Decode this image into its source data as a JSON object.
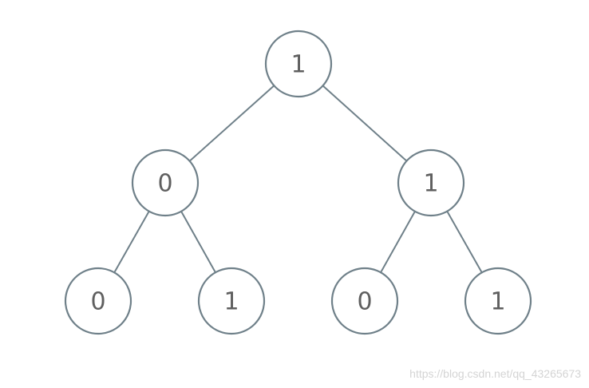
{
  "tree": {
    "nodes": [
      {
        "id": "root",
        "value": "1"
      },
      {
        "id": "l",
        "value": "0"
      },
      {
        "id": "r",
        "value": "1"
      },
      {
        "id": "ll",
        "value": "0"
      },
      {
        "id": "lr",
        "value": "1"
      },
      {
        "id": "rl",
        "value": "0"
      },
      {
        "id": "rr",
        "value": "1"
      }
    ],
    "edges": [
      [
        "root",
        "l"
      ],
      [
        "root",
        "r"
      ],
      [
        "l",
        "ll"
      ],
      [
        "l",
        "lr"
      ],
      [
        "r",
        "rl"
      ],
      [
        "r",
        "rr"
      ]
    ]
  },
  "watermark": "https://blog.csdn.net/qq_43265673",
  "colors": {
    "stroke": "#6f8089",
    "label": "#5f5f5f"
  }
}
